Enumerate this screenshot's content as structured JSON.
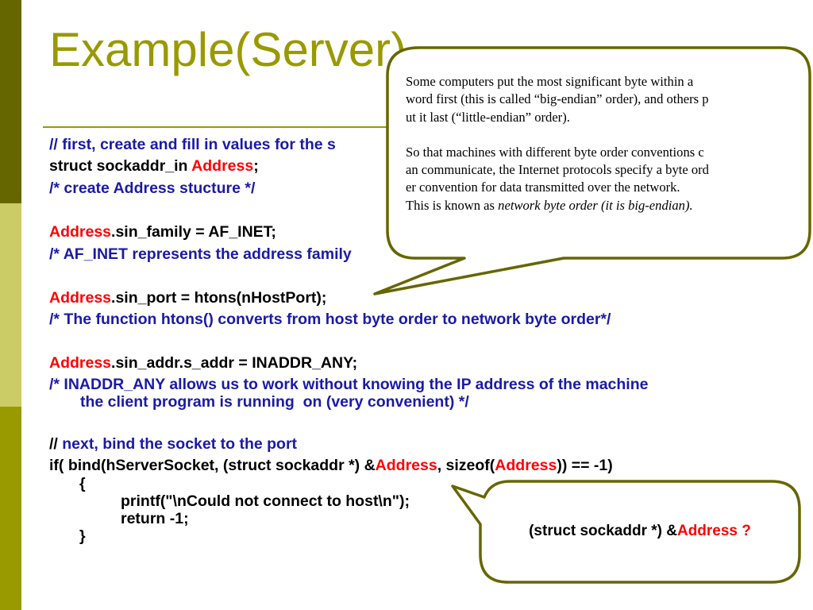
{
  "slide": {
    "title": "Example(Server)"
  },
  "code": {
    "l1_a": "// ",
    "l1_b": "first, create and fill in values for the s",
    "l2_a": "struct sockaddr_in ",
    "l2_b": "Address",
    "l2_c": ";",
    "l3": "/* create Address stucture */",
    "l4_a": "Address",
    "l4_b": ".sin_family = AF_INET;",
    "l5": "/* AF_INET represents the address family",
    "l6_a": "Address",
    "l6_b": ".sin_port = htons(nHostPort);",
    "l7": "/* The function htons() converts from host byte order to network byte order*/",
    "l8_a": "Address",
    "l8_b": ".sin_addr.s_addr = INADDR_ANY;",
    "l9": "/* INADDR_ANY allows us to work without knowing the IP address of the machine",
    "l10": "the client program is running  on (very convenient) */",
    "l11_a": "// ",
    "l11_b": "next, bind the socket to the port",
    "l12_a": "if( bind(hServerSocket, (struct sockaddr *) &",
    "l12_b": "Address",
    "l12_c": ", sizeof(",
    "l12_d": "Address",
    "l12_e": ")) == -1)",
    "l13": "{",
    "l14": "printf(\"\\nCould not connect to host\\n\");",
    "l15": "return -1;",
    "l16": "}"
  },
  "callout_top": {
    "p1_l1": "Some computers put the most significant byte within a",
    "p1_l2": "word first (this is called “big-endian” order), and others p",
    "p1_l3": "ut it last (“little-endian” order).",
    "p2_l1": "So that machines with different byte order conventions c",
    "p2_l2": "an communicate, the Internet protocols specify a byte ord",
    "p2_l3": "er convention for data transmitted over the network.",
    "p2_l4_a": "This is known as ",
    "p2_l4_b": "network byte order (it is big-endian)."
  },
  "callout_bottom": {
    "a": "(struct sockaddr *) &",
    "b": "Address ?"
  },
  "colors": {
    "title": "#999900",
    "comment": "#1a1aa6",
    "highlight": "#ff0000",
    "bubble_border": "#666600"
  }
}
